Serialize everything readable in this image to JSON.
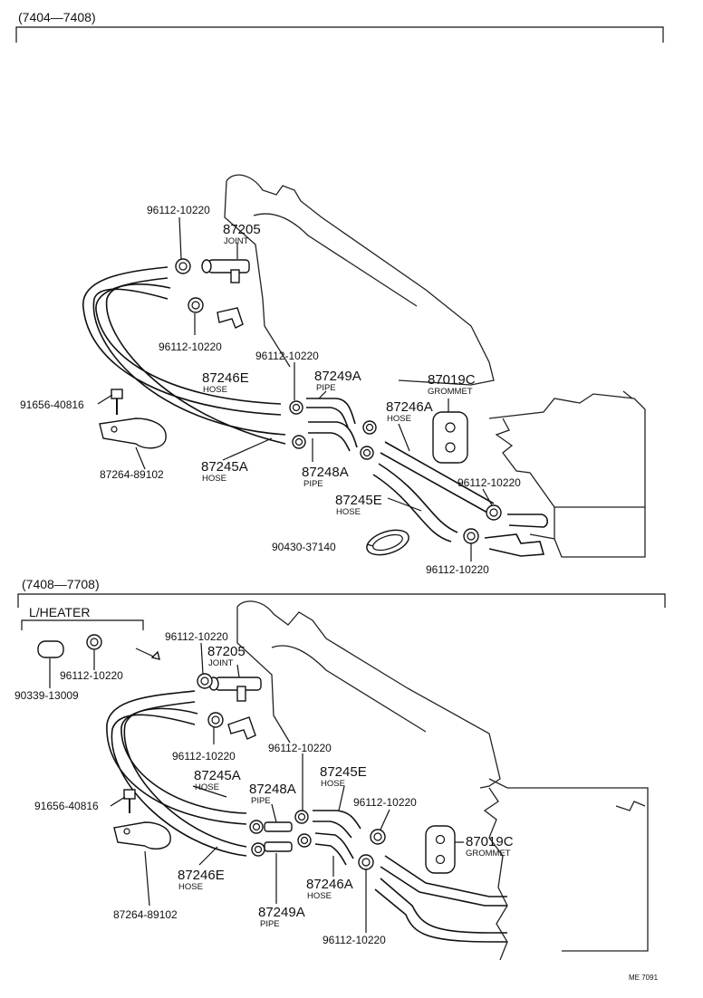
{
  "sections": [
    {
      "header": "(7404—7408)",
      "labels": {
        "clamp_top": "96112-10220",
        "joint_num": "87205",
        "joint_name": "JOINT",
        "clamp_mid": "96112-10220",
        "clamp_pipe": "96112-10220",
        "hose_e_num": "87246E",
        "hose_e_name": "HOSE",
        "pipe_a_num": "87249A",
        "pipe_a_name": "PIPE",
        "grommet_num": "87019C",
        "grommet_name": "GROMMET",
        "hose_a2_num": "87246A",
        "hose_a2_name": "HOSE",
        "bolt": "91656-40816",
        "bracket": "87264-89102",
        "hose_a_num": "87245A",
        "hose_a_name": "HOSE",
        "pipe_b_num": "87248A",
        "pipe_b_name": "PIPE",
        "clamp_right": "96112-10220",
        "hose_e2_num": "87245E",
        "hose_e2_name": "HOSE",
        "gasket": "90430-37140",
        "clamp_bottom": "96112-10220"
      }
    },
    {
      "header": "(7408—7708)",
      "labels": {
        "heater_title": "L/HEATER",
        "plug": "90339-13009",
        "heater_clamp": "96112-10220",
        "clamp_top": "96112-10220",
        "joint_num": "87205",
        "joint_name": "JOINT",
        "clamp_mid": "96112-10220",
        "clamp_pipe": "96112-10220",
        "hose_a_num": "87245A",
        "hose_a_name": "HOSE",
        "pipe_b_num": "87248A",
        "pipe_b_name": "PIPE",
        "hose_e2_num": "87245E",
        "hose_e2_name": "HOSE",
        "clamp_right": "96112-10220",
        "grommet_num": "87019C",
        "grommet_name": "GROMMET",
        "bolt": "91656-40816",
        "hose_e_num": "87246E",
        "hose_e_name": "HOSE",
        "hose_a2_num": "87246A",
        "hose_a2_name": "HOSE",
        "bracket": "87264-89102",
        "pipe_a_num": "87249A",
        "pipe_a_name": "PIPE",
        "clamp_bottom": "96112-10220"
      }
    }
  ],
  "footer": "ME 7091"
}
